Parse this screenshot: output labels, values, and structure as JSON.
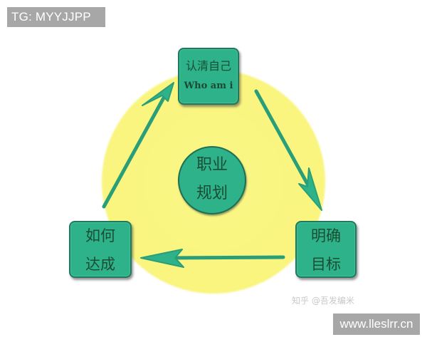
{
  "overlay": {
    "tag_label": "TG: MYYJJPP",
    "url_label": "www.lleslrr.cn",
    "source_watermark": "知乎 @吾发编米"
  },
  "diagram": {
    "center": {
      "line1": "职业",
      "line2": "规划"
    },
    "nodes": [
      {
        "id": "top",
        "line1": "认清自己",
        "line2": "Who am i"
      },
      {
        "id": "right",
        "line1": "明确",
        "line2": "目标"
      },
      {
        "id": "left",
        "line1": "如何",
        "line2": "达成"
      }
    ],
    "cycle_order": [
      "认清自己",
      "明确目标",
      "如何达成"
    ]
  },
  "colors": {
    "background": "#ffffff",
    "halo": "#f9f57e",
    "node_fill": "#2eb28a",
    "node_border": "#1e7a5e",
    "arrow": "#2a9e78",
    "text": "#1a4d33",
    "label_bg": "#a7a7a7"
  }
}
